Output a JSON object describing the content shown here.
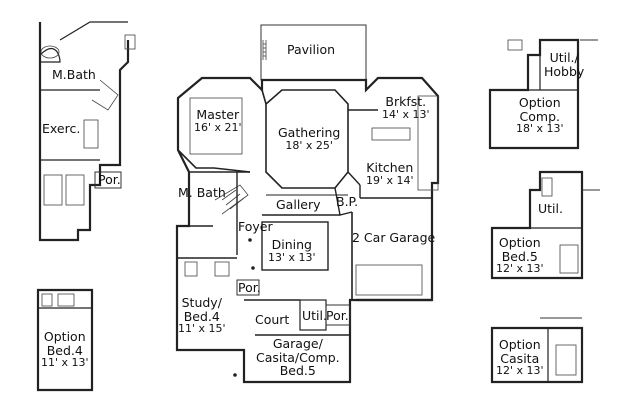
{
  "main_plan": {
    "pavilion": {
      "name": "Pavilion"
    },
    "master": {
      "name": "Master",
      "size": "16' x 21'"
    },
    "gathering": {
      "name": "Gathering",
      "size": "18' x 25'"
    },
    "brkfst": {
      "name": "Brkfst.",
      "size": "14' x 13'"
    },
    "kitchen": {
      "name": "Kitchen",
      "size": "19' x 14'"
    },
    "m_bath": {
      "name": "M. Bath"
    },
    "gallery": {
      "name": "Gallery"
    },
    "bp": {
      "name": "B.P."
    },
    "foyer": {
      "name": "Foyer"
    },
    "dining": {
      "name": "Dining",
      "size": "13' x 13'"
    },
    "garage": {
      "name": "2 Car Garage"
    },
    "por_left": {
      "name": "Por."
    },
    "study": {
      "name_line1": "Study/",
      "name_line2": "Bed.4",
      "size": "11' x 15'"
    },
    "court": {
      "name": "Court"
    },
    "util": {
      "name": "Util."
    },
    "por_right": {
      "name": "Por."
    },
    "casita": {
      "name_line1": "Garage/",
      "name_line2": "Casita/Comp.",
      "name_line3": "Bed.5"
    }
  },
  "left_options": {
    "m_bath": {
      "name": "M.Bath"
    },
    "exerc": {
      "name": "Exerc."
    },
    "por": {
      "name": "Por."
    },
    "bed4": {
      "name_line1": "Option",
      "name_line2": "Bed.4",
      "size": "11' x 13'"
    }
  },
  "right_options": {
    "util_hobby": {
      "name_line1": "Util./",
      "name_line2": "Hobby"
    },
    "comp": {
      "name_line1": "Option",
      "name_line2": "Comp.",
      "size": "18' x 13'"
    },
    "util": {
      "name": "Util."
    },
    "bed5": {
      "name_line1": "Option",
      "name_line2": "Bed.5",
      "size": "12' x 13'"
    },
    "casita": {
      "name_line1": "Option",
      "name_line2": "Casita",
      "size": "12' x 13'"
    }
  }
}
